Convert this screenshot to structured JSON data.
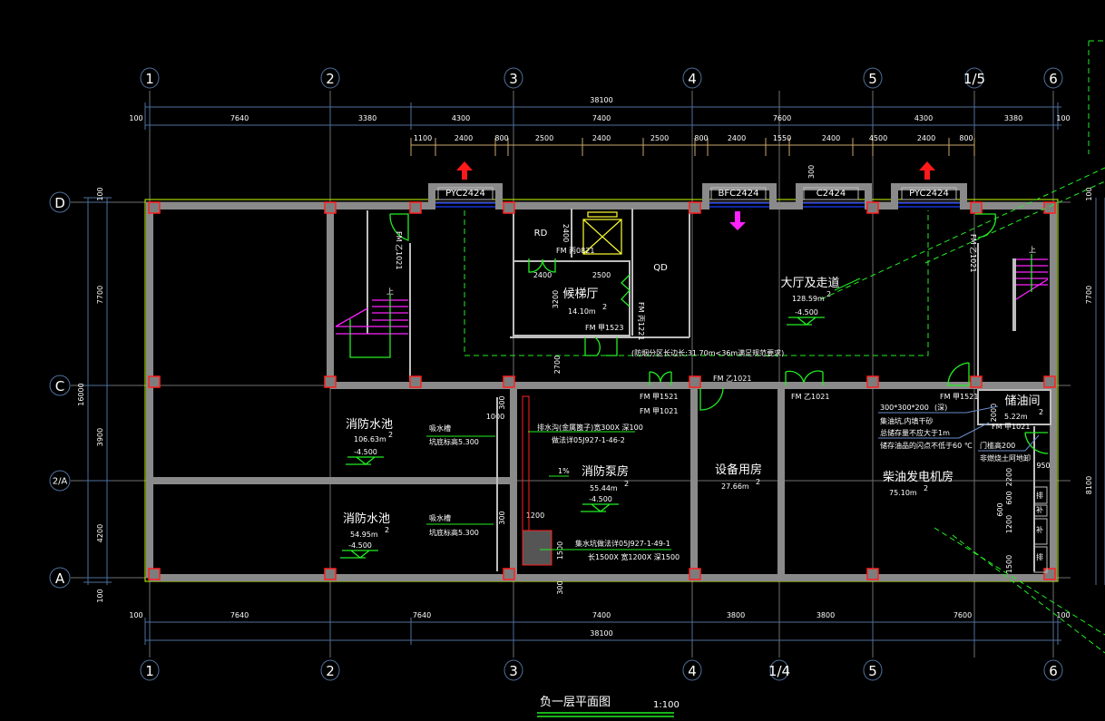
{
  "drawing": {
    "title": "负一层平面图",
    "scale": "1:100",
    "colors": {
      "background": "#000000",
      "wall": "#8a8a8a",
      "column_outline": "#ff2020",
      "door": "#22ee22",
      "stair": "#ff22ff",
      "elevator": "#ffff33",
      "window": "#1a3cff",
      "arrow_red": "#ff1a1a",
      "arrow_magenta": "#ff22ff",
      "outline": "#ccff00"
    }
  },
  "axes": {
    "vertical_top": [
      "1",
      "2",
      "3",
      "4",
      "5",
      "1/5",
      "6"
    ],
    "vertical_bottom": [
      "1",
      "2",
      "3",
      "4",
      "1/4",
      "5",
      "6"
    ],
    "horizontal": [
      "D",
      "C",
      "2/A",
      "A"
    ]
  },
  "dimensions": {
    "top_total": "38100",
    "top_axis": [
      "100",
      "7640",
      "3380",
      "4300",
      "7400",
      "7600",
      "4300",
      "3380",
      "100"
    ],
    "top_openings": [
      "1100",
      "2400",
      "800",
      "2500",
      "2400",
      "2500",
      "800",
      "2400",
      "1550",
      "2400",
      "4500",
      "2400",
      "800"
    ],
    "bay_offset": "300",
    "bottom_axis": [
      "100",
      "7640",
      "7640",
      "7400",
      "3800",
      "3800",
      "7600",
      "100"
    ],
    "bottom_total": "38100",
    "left": [
      "100",
      "7700",
      "16000",
      "3900",
      "4200",
      "100"
    ],
    "right": [
      "100",
      "7700",
      "8100"
    ],
    "interior": [
      "2400",
      "2500",
      "2400",
      "3200",
      "2700",
      "300",
      "1000",
      "300",
      "1200",
      "1500",
      "300",
      "2000",
      "2200",
      "600",
      "600",
      "1200",
      "1500",
      "950"
    ]
  },
  "windows": [
    "PYC2424",
    "BFC2424",
    "C2424",
    "PYC2424"
  ],
  "rooms": [
    {
      "name": "RD"
    },
    {
      "name": "QD"
    },
    {
      "name": "候梯厅",
      "area": "14.10m",
      "elev": ""
    },
    {
      "name": "大厅及走道",
      "area": "128.59m",
      "elev": "-4.500"
    },
    {
      "name": "消防水池",
      "area": "106.63m",
      "elev": "-4.500"
    },
    {
      "name": "消防水池",
      "area": "54.95m",
      "elev": "-4.500"
    },
    {
      "name": "消防泵房",
      "area": "55.44m",
      "elev": "-4.500"
    },
    {
      "name": "设备用房",
      "area": "27.66m"
    },
    {
      "name": "柴油发电机房",
      "area": "75.10m"
    },
    {
      "name": "储油间",
      "area": "5.22m"
    }
  ],
  "area_unit_sup": "2",
  "doors": [
    "FM 乙1021",
    "FM 丙0821",
    "FM 丙1221",
    "FM 甲1523",
    "FM 乙1021",
    "FM 甲1521",
    "FM 乙1021",
    "FM 甲1521",
    "FM 甲1021",
    "FM 甲1021",
    "FM 乙1021"
  ],
  "notes": {
    "fire_zone": "(防烟分区长边长:31.70m<36m满足规范要求)",
    "sump1_title": "吸水槽",
    "sump1_depth": "坑底标高5.300",
    "sump2_title": "吸水槽",
    "sump2_depth": "坑底标高5.300",
    "drain": "排水沟(金属篦子)宽300X  深100",
    "drain_ref": "做法详05J927-1-46-2",
    "slope": "1%",
    "pit": "集水坑做法详05J927-1-49-1",
    "pit_size": "长1500X   宽1200X   深1500",
    "oil_pit_size": "300*300*200",
    "oil_pit_label": "(深)",
    "oil_pit_1": "集油坑,内填干砂",
    "oil_pit_2": "总储存量不应大于1m",
    "oil_pit_3": "储存油品的闪点不低于60  ℃",
    "sill": "门槛高200",
    "sill_2": "非燃烧土阿地卸",
    "stair_up": "上",
    "fan_labels": [
      "排",
      "补",
      "补",
      "排"
    ]
  }
}
